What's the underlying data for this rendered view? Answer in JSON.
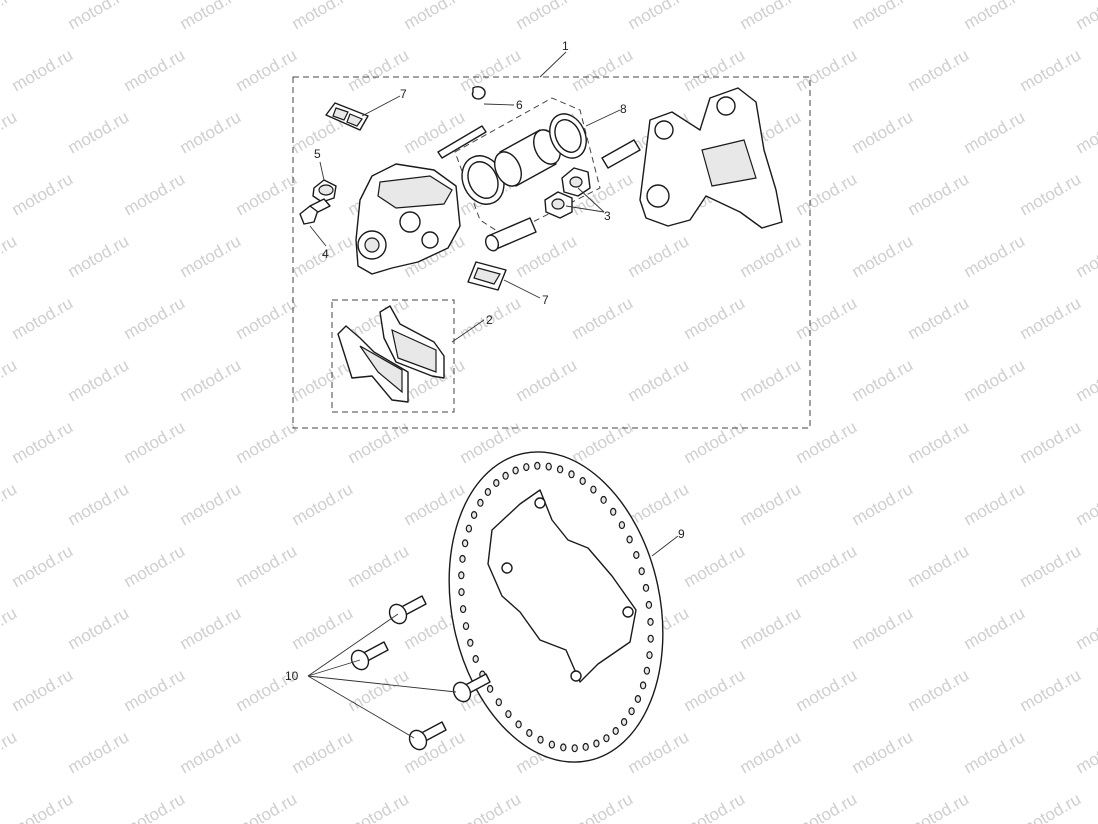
{
  "watermark": {
    "text": "motod.ru"
  },
  "callouts": [
    {
      "id": "c1",
      "label": "1"
    },
    {
      "id": "c2",
      "label": "2"
    },
    {
      "id": "c3",
      "label": "3"
    },
    {
      "id": "c4",
      "label": "4"
    },
    {
      "id": "c5",
      "label": "5"
    },
    {
      "id": "c6",
      "label": "6"
    },
    {
      "id": "c7a",
      "label": "7"
    },
    {
      "id": "c7b",
      "label": "7"
    },
    {
      "id": "c8",
      "label": "8"
    },
    {
      "id": "c9",
      "label": "9"
    },
    {
      "id": "c10",
      "label": "10"
    }
  ]
}
